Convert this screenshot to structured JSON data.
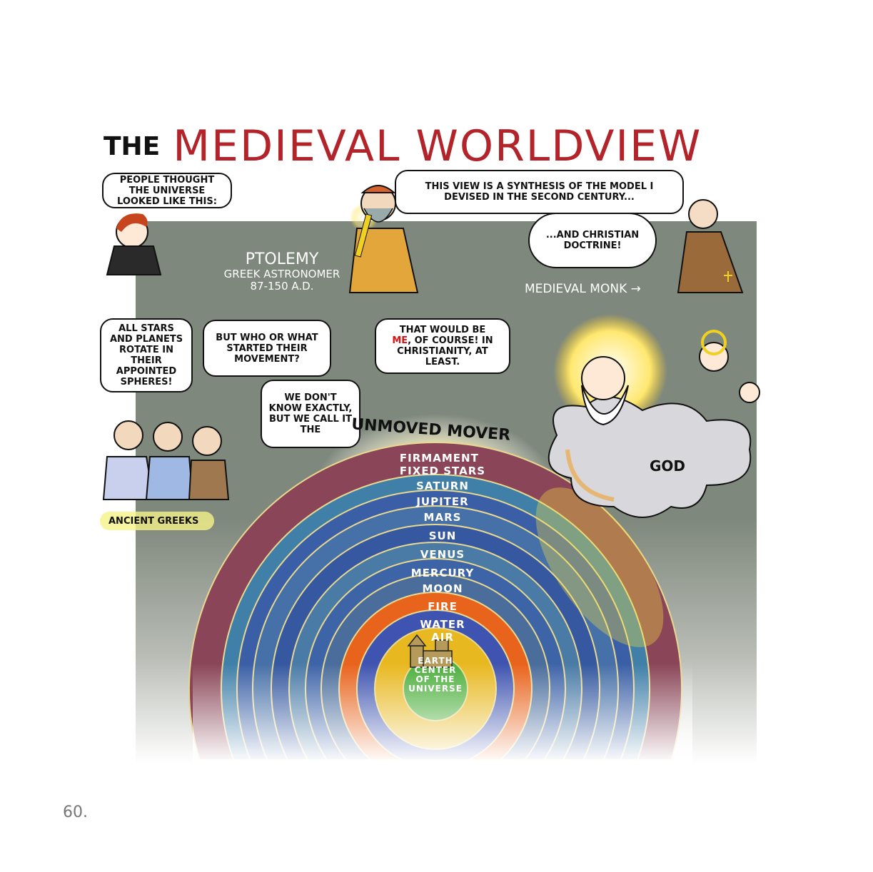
{
  "title": {
    "prefix": "THE",
    "main": "MEDIEVAL WORLDVIEW"
  },
  "bubbles": {
    "girl": "PEOPLE THOUGHT THE UNIVERSE LOOKED LIKE THIS:",
    "ptolemy": "THIS VIEW IS A SYNTHESIS OF THE MODEL I DEVISED IN THE SECOND CENTURY...",
    "monk": "...AND CHRISTIAN DOCTRINE!",
    "greek1": "ALL STARS AND PLANETS ROTATE IN THEIR APPOINTED SPHERES!",
    "greek2": "BUT WHO OR WHAT STARTED THEIR MOVEMENT?",
    "greek3": "WE DON'T KNOW EXACTLY, BUT WE CALL IT THE",
    "god_pre": "THAT WOULD BE",
    "god_me": "ME",
    "god_post": ", OF COURSE! IN CHRISTIANITY, AT LEAST."
  },
  "labels": {
    "ptolemy_name": "PTOLEMY",
    "ptolemy_role": "GREEK ASTRONOMER",
    "ptolemy_dates": "87-150 A.D.",
    "monk": "MEDIEVAL MONK →",
    "greeks": "ANCIENT GREEKS",
    "god": "GOD",
    "unmoved_mover": "UNMOVED MOVER"
  },
  "spheres": [
    {
      "label": "FIRMAMENT",
      "label2": "FIXED STARS",
      "color": "#8a4658"
    },
    {
      "label": "SATURN",
      "color": "#3f7fa8"
    },
    {
      "label": "JUPITER",
      "color": "#3a5fa6"
    },
    {
      "label": "MARS",
      "color": "#4670a8"
    },
    {
      "label": "SUN",
      "color": "#3558a0"
    },
    {
      "label": "VENUS",
      "color": "#4a7ba6"
    },
    {
      "label": "MERCURY",
      "color": "#3e64a8"
    },
    {
      "label": "MOON",
      "color": "#4a6d9c"
    },
    {
      "label": "FIRE",
      "color": "#e8631c"
    },
    {
      "label": "WATER",
      "color": "#3f54b0"
    },
    {
      "label": "AIR",
      "color": "#e8b820"
    },
    {
      "label": "EARTH",
      "label2": "CENTER OF THE UNIVERSE",
      "color": "#4caf3c"
    }
  ],
  "page_number": "60."
}
